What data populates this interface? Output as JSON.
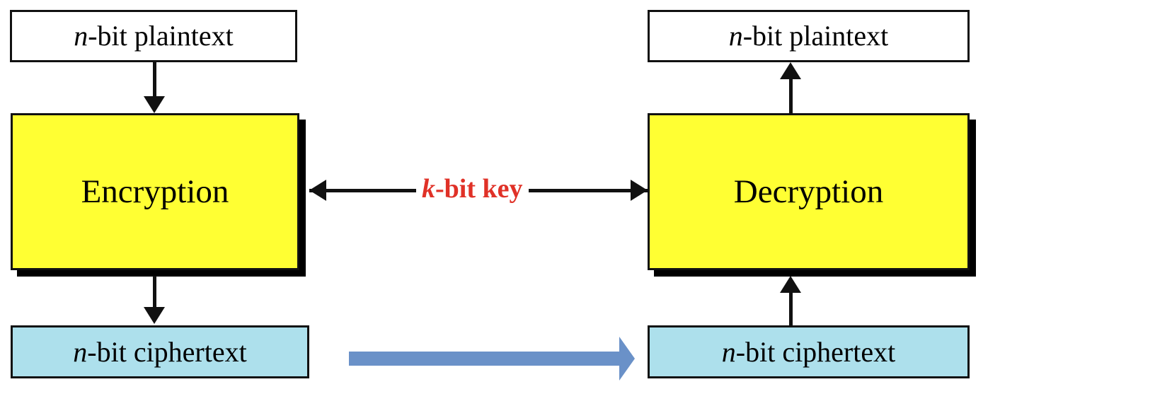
{
  "diagram": {
    "title": "Symmetric key encryption / decryption block diagram",
    "colors": {
      "process_fill": "#FFFF33",
      "ciphertext_fill": "#ADE0EC",
      "plaintext_fill": "#FFFFFF",
      "key_text": "#E03127",
      "transmission_arrow": "#6A91C8",
      "stroke": "#111111"
    },
    "left_column": {
      "plaintext": {
        "prefix": "n",
        "suffix": "-bit plaintext"
      },
      "process": {
        "label": "Encryption"
      },
      "ciphertext": {
        "prefix": "n",
        "suffix": "-bit ciphertext"
      }
    },
    "right_column": {
      "plaintext": {
        "prefix": "n",
        "suffix": "-bit plaintext"
      },
      "process": {
        "label": "Decryption"
      },
      "ciphertext": {
        "prefix": "n",
        "suffix": "-bit ciphertext"
      }
    },
    "key_link": {
      "prefix": "k",
      "suffix": "-bit key",
      "direction": "bidirectional"
    },
    "transmission": {
      "label": "",
      "direction": "left-to-right"
    }
  }
}
